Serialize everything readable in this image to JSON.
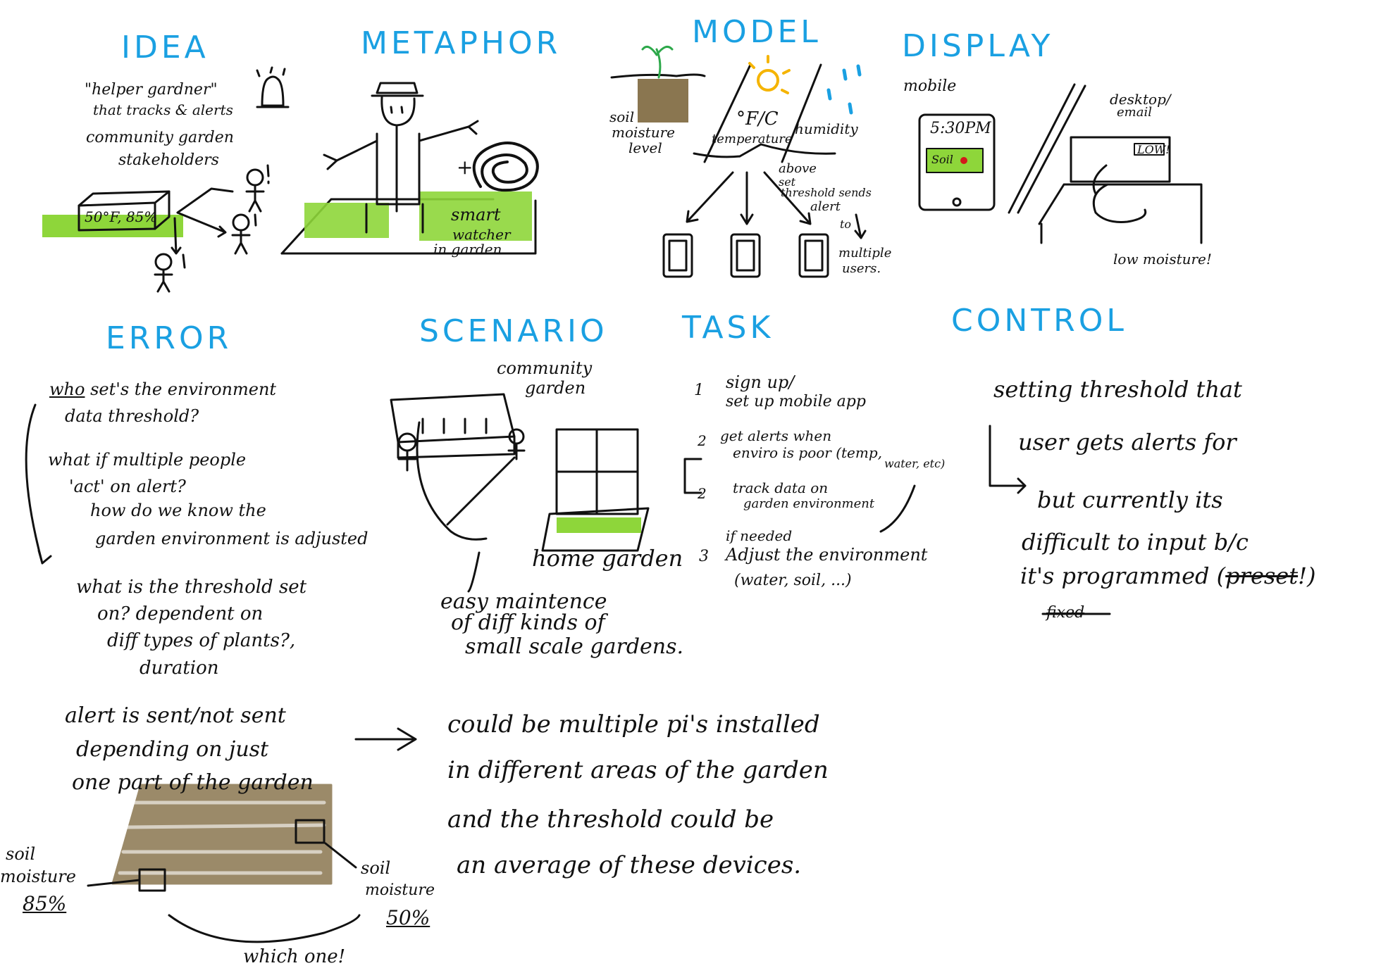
{
  "headings": {
    "idea": "IDEA",
    "metaphor": "METAPHOR",
    "model": "MODEL",
    "display": "DISPLAY",
    "error": "ERROR",
    "scenario": "SCENARIO",
    "task": "TASK",
    "control": "CONTROL"
  },
  "idea": {
    "line1": "\"helper gardner\"",
    "line2": "that tracks & alerts",
    "line3": "community garden",
    "line4": "stakeholders",
    "box": "50°F, 85%"
  },
  "metaphor": {
    "plus": "+",
    "line1": "smart",
    "line2": "watcher",
    "line3": "in garden"
  },
  "model": {
    "soil1": "soil",
    "soil2": "moisture",
    "soil3": "level",
    "fc": "°F/C",
    "temp": "temperature",
    "humidity": "humidity",
    "above1": "above",
    "above2": "set",
    "above3": "threshold sends",
    "above4": "alert",
    "to": "to",
    "multi1": "multiple",
    "multi2": "users."
  },
  "display": {
    "mobile": "mobile",
    "time": "5:30PM",
    "soil": "Soil",
    "desk1": "desktop/",
    "desk2": "email",
    "low": "LOW!",
    "lowmoist": "low moisture!"
  },
  "error": {
    "l1a": "who",
    "l1b": "set's the environment",
    "l2": "data threshold?",
    "l3": "what if multiple people",
    "l4": "'act' on alert?",
    "l5": "how do we know the",
    "l6": "garden environment is adjusted",
    "l7": "what is the threshold set",
    "l8": "on? dependent on",
    "l9": "diff types of plants?,",
    "l10": "duration",
    "b1": "alert is sent/not sent",
    "b2": "depending on just",
    "b3": "one part of the garden",
    "soilL1": "soil",
    "soilL2": "moisture",
    "soilL3": "85%",
    "soilR1": "soil",
    "soilR2": "moisture",
    "soilR3": "50%",
    "which": "which one!"
  },
  "scenario": {
    "community1": "community",
    "community2": "garden",
    "home": "home garden",
    "e1": "easy maintence",
    "e2": "of diff kinds of",
    "e3": "small scale gardens."
  },
  "task": {
    "n1": "1",
    "t1a": "sign up/",
    "t1b": "set up mobile app",
    "n2a": "2",
    "t2a1": "get alerts when",
    "t2a2": "enviro is poor (temp,",
    "t2a3": "water, etc)",
    "n2b": "2",
    "t2b1": "track data on",
    "t2b2": "garden environment",
    "ifneeded": "if needed",
    "n3": "3",
    "t3a": "Adjust the environment",
    "t3b": "(water, soil, ...)"
  },
  "control": {
    "c1": "setting threshold that",
    "c2": "user gets alerts for",
    "c3": "but currently its",
    "c4": "difficult to input b/c",
    "c5a": "it's programmed (",
    "c5b": "preset",
    "c5c": "!)",
    "c6": "fixed"
  },
  "devices": {
    "d1": "could be multiple pi's installed",
    "d2": "in different areas of the garden",
    "d3": "and the threshold could be",
    "d4": "an average of these devices."
  },
  "colors": {
    "heading": "#1aa0e2",
    "ink": "#111111",
    "grass": "#8ed63a",
    "soil": "#8a7650",
    "sun": "#f5b400",
    "rain": "#1aa0e2",
    "alert": "#d21a1a"
  }
}
